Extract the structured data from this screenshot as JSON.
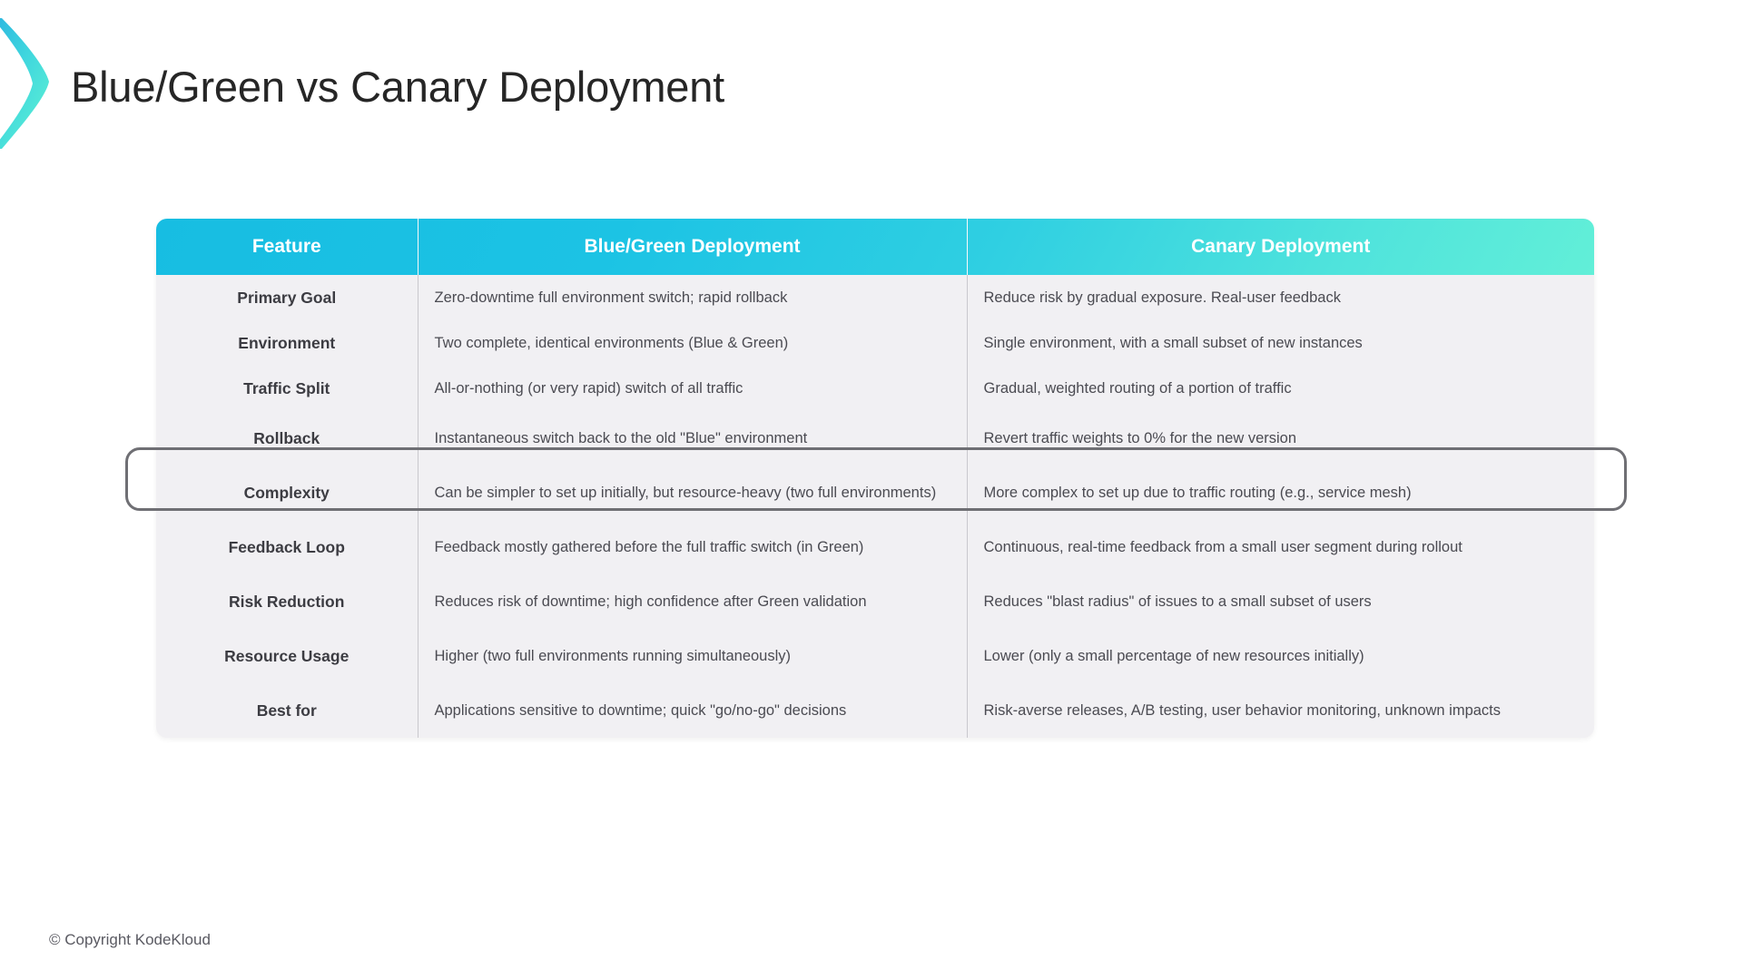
{
  "slide": {
    "title": "Blue/Green vs Canary Deployment",
    "footer": "© Copyright KodeKloud",
    "logo_icon": "chevron-right-icon"
  },
  "colors": {
    "header_gradient_start": "#17BDE2",
    "header_gradient_end": "#62EFD8",
    "table_body_bg": "#F1F0F3",
    "divider": "#C9C8CD",
    "highlight_border": "#6F6F74",
    "title_text": "#262626",
    "body_text": "#4B4B52",
    "footer_text": "#5A5A62"
  },
  "table": {
    "headers": [
      "Feature",
      "Blue/Green Deployment",
      "Canary Deployment"
    ],
    "rows": [
      {
        "feature": "Primary Goal",
        "bluegreen": "Zero-downtime full environment switch; rapid rollback",
        "canary": "Reduce risk by gradual exposure. Real-user feedback",
        "highlighted": false
      },
      {
        "feature": "Environment",
        "bluegreen": "Two complete, identical environments (Blue & Green)",
        "canary": "Single environment, with a small subset of new instances",
        "highlighted": false
      },
      {
        "feature": "Traffic Split",
        "bluegreen": "All-or-nothing (or very rapid) switch of all traffic",
        "canary": "Gradual, weighted routing of a portion of traffic",
        "highlighted": false
      },
      {
        "feature": "Rollback",
        "bluegreen": "Instantaneous switch back to the old \"Blue\" environment",
        "canary": "Revert traffic weights to 0% for the new version",
        "highlighted": true
      },
      {
        "feature": "Complexity",
        "bluegreen": "Can be simpler to set up initially, but resource-heavy (two full environments)",
        "canary": "More complex to set up due to traffic routing (e.g., service mesh)",
        "highlighted": false
      },
      {
        "feature": "Feedback Loop",
        "bluegreen": "Feedback mostly gathered before the full traffic switch (in Green)",
        "canary": "Continuous, real-time feedback from a small user segment during rollout",
        "highlighted": false
      },
      {
        "feature": "Risk Reduction",
        "bluegreen": "Reduces risk of downtime; high confidence after Green validation",
        "canary": "Reduces \"blast radius\" of issues to a small subset of users",
        "highlighted": false
      },
      {
        "feature": "Resource Usage",
        "bluegreen": "Higher (two full environments running simultaneously)",
        "canary": "Lower (only a small percentage of new resources initially)",
        "highlighted": false
      },
      {
        "feature": "Best for",
        "bluegreen": "Applications sensitive to downtime; quick \"go/no-go\" decisions",
        "canary": "Risk-averse releases, A/B testing, user behavior monitoring, unknown impacts",
        "highlighted": false
      }
    ]
  }
}
